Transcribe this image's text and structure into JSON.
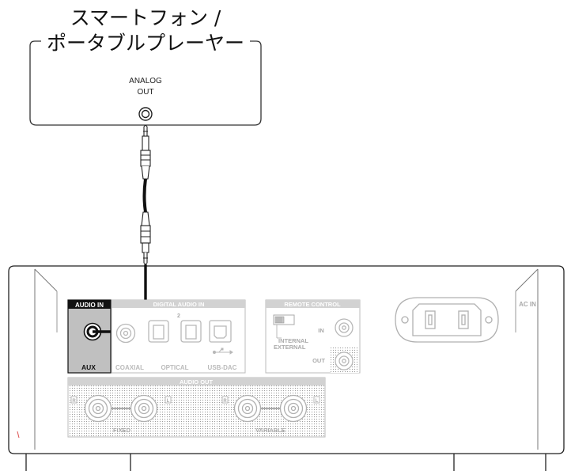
{
  "device": {
    "title_line1": "スマートフォン /",
    "title_line2": "ポータブルプレーヤー",
    "port_label_line1": "ANALOG",
    "port_label_line2": "OUT"
  },
  "panel": {
    "audio_in": "AUDIO IN",
    "aux": "AUX",
    "digital_audio_in": "DIGITAL AUDIO IN",
    "coaxial": "COAXIAL",
    "optical": "OPTICAL",
    "optical_2": "2",
    "usb_dac": "USB-DAC",
    "remote_control": "REMOTE CONTROL",
    "remote_in": "IN",
    "remote_out": "OUT",
    "internal": "INTERNAL",
    "external": "EXTERNAL",
    "ac_in": "AC IN",
    "audio_out": "AUDIO OUT",
    "fixed": "FIXED",
    "variable": "VARIABLE",
    "ch_r": "R",
    "ch_l": "L"
  }
}
